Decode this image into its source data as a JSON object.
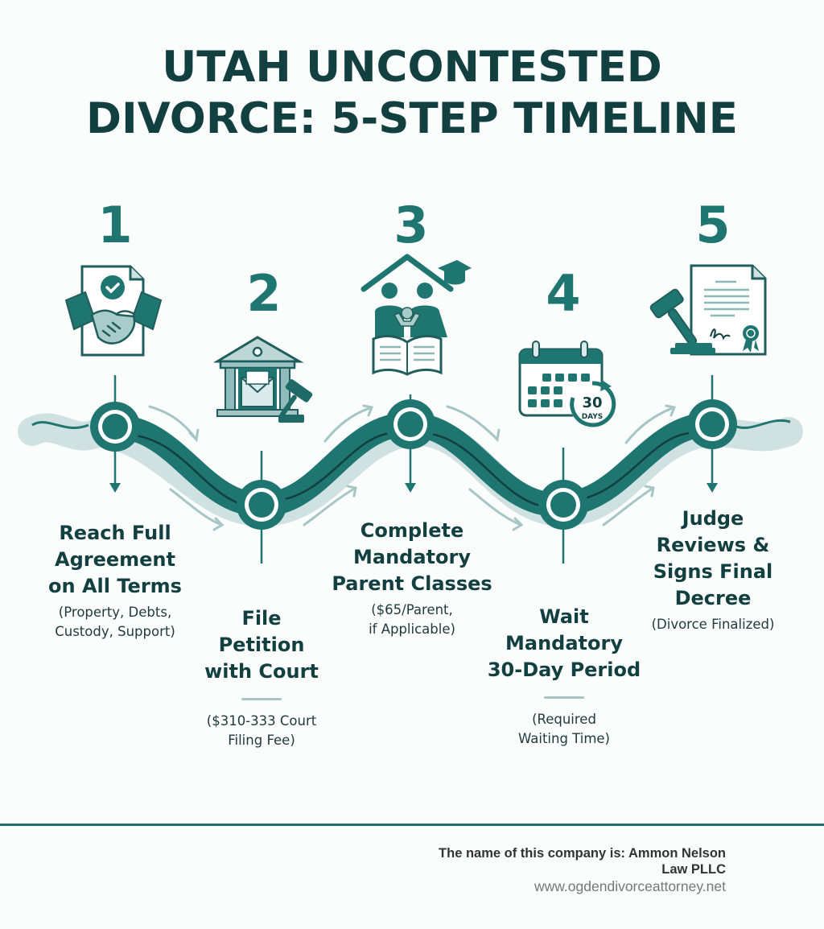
{
  "title": {
    "line1": "UTAH UNCONTESTED",
    "line2": "DIVORCE: 5-STEP TIMELINE"
  },
  "colors": {
    "primary": "#1f7570",
    "dark_text": "#123f40",
    "light_accent": "#a6c6c6",
    "footer_rule": "#1a7070"
  },
  "steps": [
    {
      "number": "1",
      "icon": "handshake-agreement-icon",
      "title_lines": [
        "Reach Full",
        "Agreement",
        "on All Terms"
      ],
      "detail_lines": [
        "(Property, Debts,",
        "Custody, Support)"
      ]
    },
    {
      "number": "2",
      "icon": "courthouse-gavel-icon",
      "title_lines": [
        "File",
        "Petition",
        "with Court"
      ],
      "detail_lines": [
        "($310-333 Court",
        "Filing Fee)"
      ]
    },
    {
      "number": "3",
      "icon": "family-education-icon",
      "title_lines": [
        "Complete",
        "Mandatory",
        "Parent Classes"
      ],
      "detail_lines": [
        "($65/Parent,",
        "if Applicable)"
      ]
    },
    {
      "number": "4",
      "icon": "calendar-30-days-icon",
      "title_lines": [
        "Wait",
        "Mandatory",
        "30-Day Period"
      ],
      "detail_lines": [
        "(Required",
        "Waiting Time)"
      ],
      "badge": {
        "value": "30",
        "unit": "DAYS"
      }
    },
    {
      "number": "5",
      "icon": "gavel-decree-icon",
      "title_lines": [
        "Judge",
        "Reviews &",
        "Signs Final",
        "Decree"
      ],
      "detail_lines": [
        "(Divorce Finalized)"
      ]
    }
  ],
  "footer": {
    "company_line1": "The name of this company is: Ammon Nelson",
    "company_line2": "Law PLLC",
    "website": "www.ogdendivorceattorney.net"
  }
}
